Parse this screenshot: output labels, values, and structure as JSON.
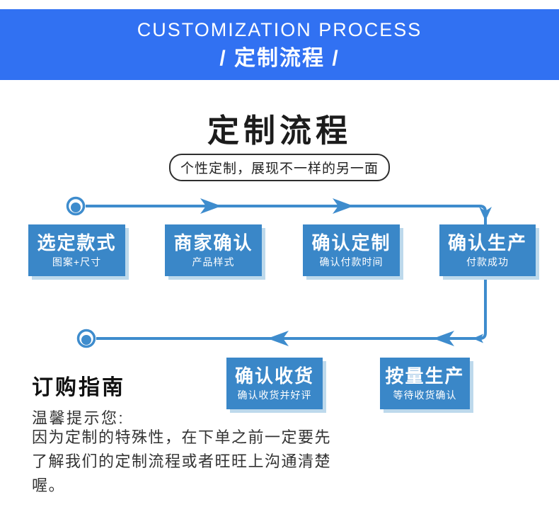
{
  "colors": {
    "banner_bg": "#3171f2",
    "box_bg": "#3a87c8",
    "line": "#3e8ccd",
    "box_shadow": "#bdd9ec"
  },
  "banner": {
    "title_en": "CUSTOMIZATION PROCESS",
    "title_zh": "/ 定制流程 /"
  },
  "section": {
    "title": "定制流程",
    "subtitle": "个性定制，展现不一样的另一面"
  },
  "flow": {
    "icons": {
      "start_node": "circle-dot",
      "arrow": "triangle-arrow"
    },
    "steps": [
      {
        "title": "选定款式",
        "subtitle": "图案+尺寸"
      },
      {
        "title": "商家确认",
        "subtitle": "产品样式"
      },
      {
        "title": "确认定制",
        "subtitle": "确认付款时间"
      },
      {
        "title": "确认生产",
        "subtitle": "付款成功"
      },
      {
        "title": "按量生产",
        "subtitle": "等待收货确认"
      },
      {
        "title": "确认收货",
        "subtitle": "确认收货并好评"
      }
    ]
  },
  "guide": {
    "heading": "订购指南",
    "intro": "温馨提示您:",
    "lines": [
      "因为定制的特殊性，在下单之前一定要先",
      "了解我们的定制流程或者旺旺上沟通清楚",
      "喔。"
    ]
  }
}
